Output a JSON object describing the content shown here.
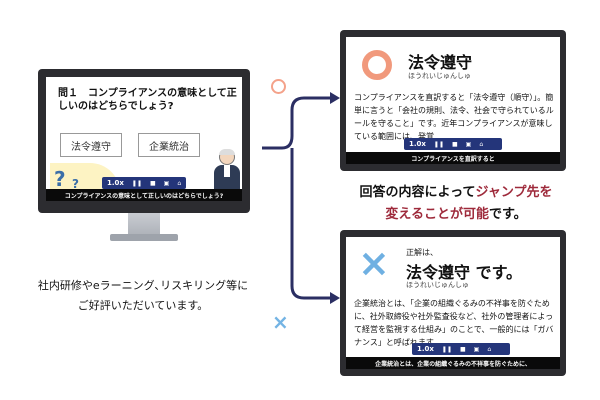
{
  "left_monitor": {
    "question": "問１　コンプライアンスの意味として正しいのはどちらでしょう?",
    "choice_a": "法令遵守",
    "choice_b": "企業統治",
    "qmark_large": "?",
    "qmark_small": "?",
    "player_speed": "1.0x",
    "caption": "コンプライアンスの意味として正しいのはどちらでしょう?"
  },
  "left_caption": {
    "line1": "社内研修やeラーニング､リスキリング等に",
    "line2": "ご好評いただいています。"
  },
  "marks": {
    "circle": "○",
    "cross": "×"
  },
  "correct_screen": {
    "term": "法令遵守",
    "reading": "ほうれいじゅんしゅ",
    "explanation": "コンプライアンスを直訳すると「法令遵守（順守）」。簡単に言うと「会社の規則、法令、社会で守られているルールを守ること」です。近年コンプライアンスが意味している範囲には、発覚",
    "player_speed": "1.0x",
    "caption": "コンプライアンスを直訳すると"
  },
  "center_text": {
    "part1": "回答の内容によって",
    "highlight1": "ジャンプ先を",
    "highlight2": "変えることが可能",
    "part2": "です。"
  },
  "wrong_screen": {
    "correct_label": "正解は、",
    "term": "法令遵守",
    "term_suffix": " です。",
    "reading": "ほうれいじゅんしゅ",
    "explanation": "企業統治とは、「企業の組織ぐるみの不祥事を防ぐために、社外取締役や社外監査役など、社外の管理者によって経営を監視する仕組み」のことで、一般的には「ガバナンス」と呼ばれます。",
    "player_speed": "1.0x",
    "caption": "企業統治とは、企業の組織ぐるみの不祥事を防ぐために、"
  },
  "colors": {
    "player_bar": "#24357a",
    "highlight_red": "#9e2a3b",
    "circle_orange": "#f1997c",
    "cross_blue": "#6fb0e2",
    "arrow_navy": "#2b2f63"
  },
  "icons": [
    "pause-icon",
    "stop-icon",
    "fullscreen-icon",
    "home-icon",
    "question-mark-icon",
    "presenter-icon"
  ]
}
